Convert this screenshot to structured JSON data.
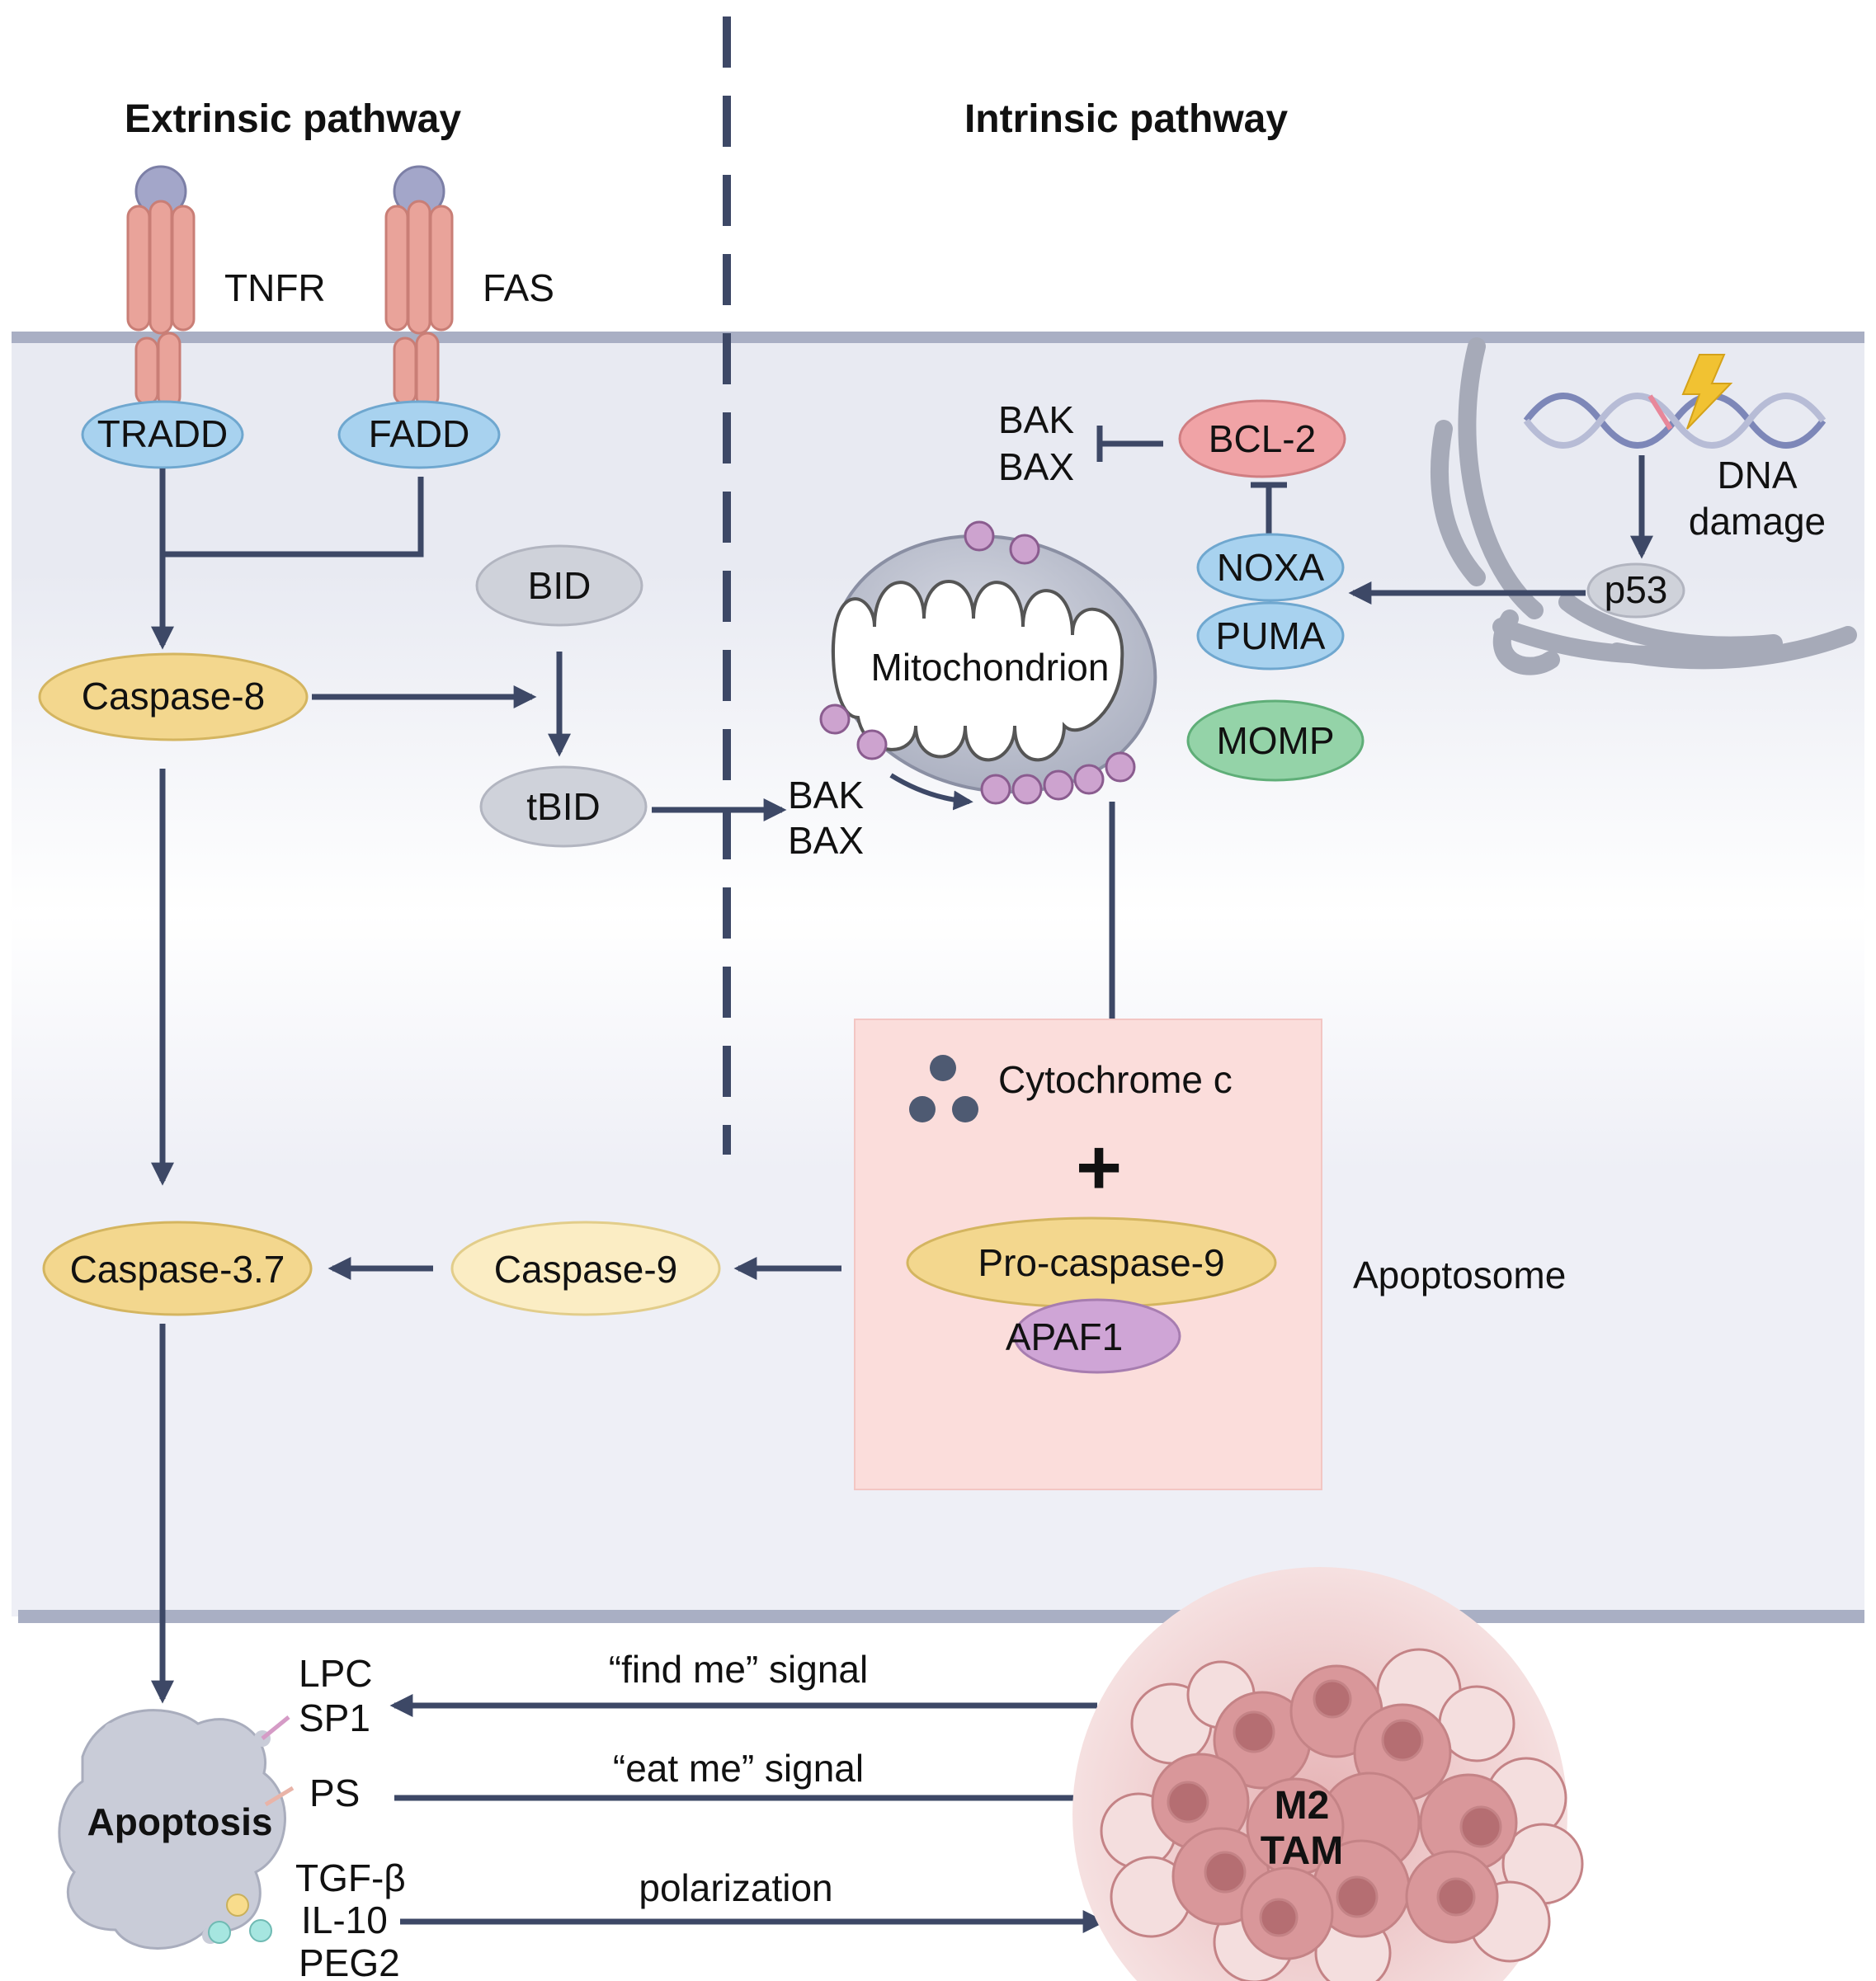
{
  "headings": {
    "extrinsic": "Extrinsic pathway",
    "intrinsic": "Intrinsic pathway"
  },
  "receptors": {
    "tnfr": "TNFR",
    "fas": "FAS"
  },
  "adaptors": {
    "tradd": "TRADD",
    "fadd": "FADD"
  },
  "nodes": {
    "caspase8": "Caspase-8",
    "bid": "BID",
    "tbid": "tBID",
    "bak_bax_1": "BAK",
    "bak_bax_2": "BAX",
    "bcl2_target_1": "BAK",
    "bcl2_target_2": "BAX",
    "bcl2": "BCL-2",
    "noxa": "NOXA",
    "puma": "PUMA",
    "momp": "MOMP",
    "p53": "p53",
    "dna_damage_1": "DNA",
    "dna_damage_2": "damage",
    "mitochondrion": "Mitochondrion",
    "cytochrome": "Cytochrome c",
    "plus": "+",
    "procaspase9": "Pro-caspase-9",
    "apaf1": "APAF1",
    "apoptosome": "Apoptosome",
    "caspase9": "Caspase-9",
    "caspase37": "Caspase-3.7"
  },
  "bottom": {
    "lpc": "LPC",
    "sp1": "SP1",
    "ps": "PS",
    "tgfb": "TGF-β",
    "il10": "IL-10",
    "peg2": "PEG2",
    "apoptosis": "Apoptosis",
    "find_me": "“find me” signal",
    "eat_me": "“eat me” signal",
    "polarization": "polarization",
    "m2": "M2",
    "tam": "TAM"
  },
  "colors": {
    "arrow": "#3d4866",
    "membrane": "#a9afc4",
    "receptor": "#e9a39a",
    "receptor_head": "#a3a6c9",
    "blue_node": "#a8d2ef",
    "gray_node": "#cfd2da",
    "caspase": "#f3d78e",
    "caspase9_fill": "#fbedc4",
    "bcl2": "#f0a3a6",
    "momp": "#94d3a8",
    "apaf1": "#cfa5d6",
    "apoptosome_bg": "#fbdddb",
    "purple_dot": "#cda3cf",
    "cyto_dot": "#4e5a72",
    "tam_cell": "#d9979a"
  }
}
